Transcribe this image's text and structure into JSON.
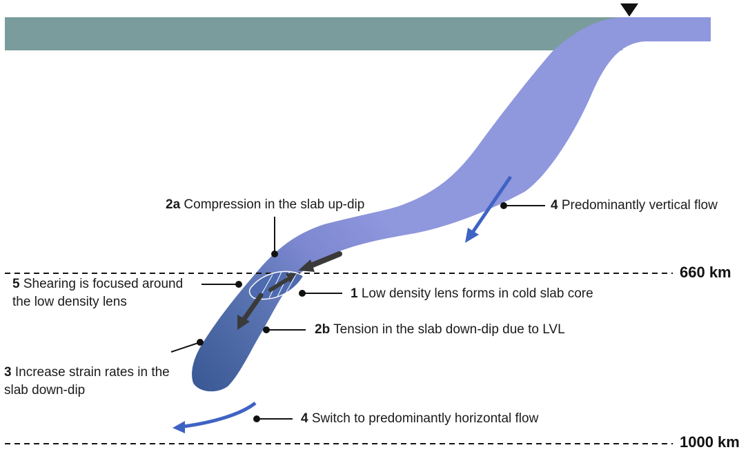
{
  "colors": {
    "plate": "#7a9c9c",
    "slab_light": "#8f97dd",
    "slab_dark": "#3f5f99",
    "flow_arrow": "#3f63c4",
    "stress_arrow": "#3a3a3a",
    "leader": "#111111"
  },
  "depth_lines": [
    {
      "label": "660 km"
    },
    {
      "label": "1000 km"
    }
  ],
  "annotations": {
    "a2a": {
      "number": "2a",
      "text": "Compression in the slab up-dip"
    },
    "a4v": {
      "number": "4",
      "text": "Predominantly vertical flow"
    },
    "a5": {
      "number": "5",
      "text": "Shearing is focused around",
      "text2": "the low density lens"
    },
    "a1": {
      "number": "1",
      "text": "Low density lens forms in cold slab core"
    },
    "a2b": {
      "number": "2b",
      "text": "Tension in the slab down-dip due to LVL"
    },
    "a3": {
      "number": "3",
      "text": "Increase strain rates in the",
      "text2": "slab down-dip"
    },
    "a4h": {
      "number": "4",
      "text": "Switch to predominantly horizontal flow"
    }
  },
  "icons": {
    "trench_marker": "down-triangle-icon"
  }
}
